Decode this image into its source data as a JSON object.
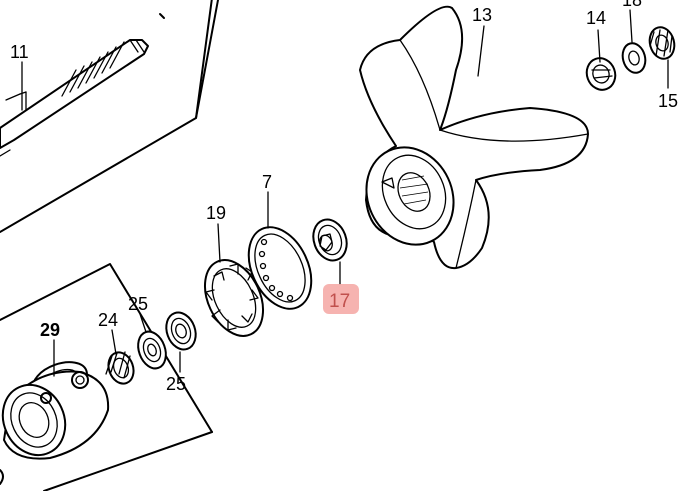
{
  "diagram": {
    "highlight_color": "#f4a6a2",
    "highlight_text_color": "#c0504d",
    "callouts": [
      {
        "id": "11",
        "text": "11",
        "highlighted": false
      },
      {
        "id": "13",
        "text": "13",
        "highlighted": false
      },
      {
        "id": "14",
        "text": "14",
        "highlighted": false
      },
      {
        "id": "18",
        "text": "18",
        "highlighted": false
      },
      {
        "id": "15",
        "text": "15",
        "highlighted": false
      },
      {
        "id": "7",
        "text": "7",
        "highlighted": false
      },
      {
        "id": "19",
        "text": "19",
        "highlighted": false
      },
      {
        "id": "17",
        "text": "17",
        "highlighted": true
      },
      {
        "id": "29",
        "text": "29",
        "highlighted": false
      },
      {
        "id": "24",
        "text": "24",
        "highlighted": false
      },
      {
        "id": "25a",
        "text": "25",
        "highlighted": false
      },
      {
        "id": "25b",
        "text": "25",
        "highlighted": false
      }
    ]
  }
}
